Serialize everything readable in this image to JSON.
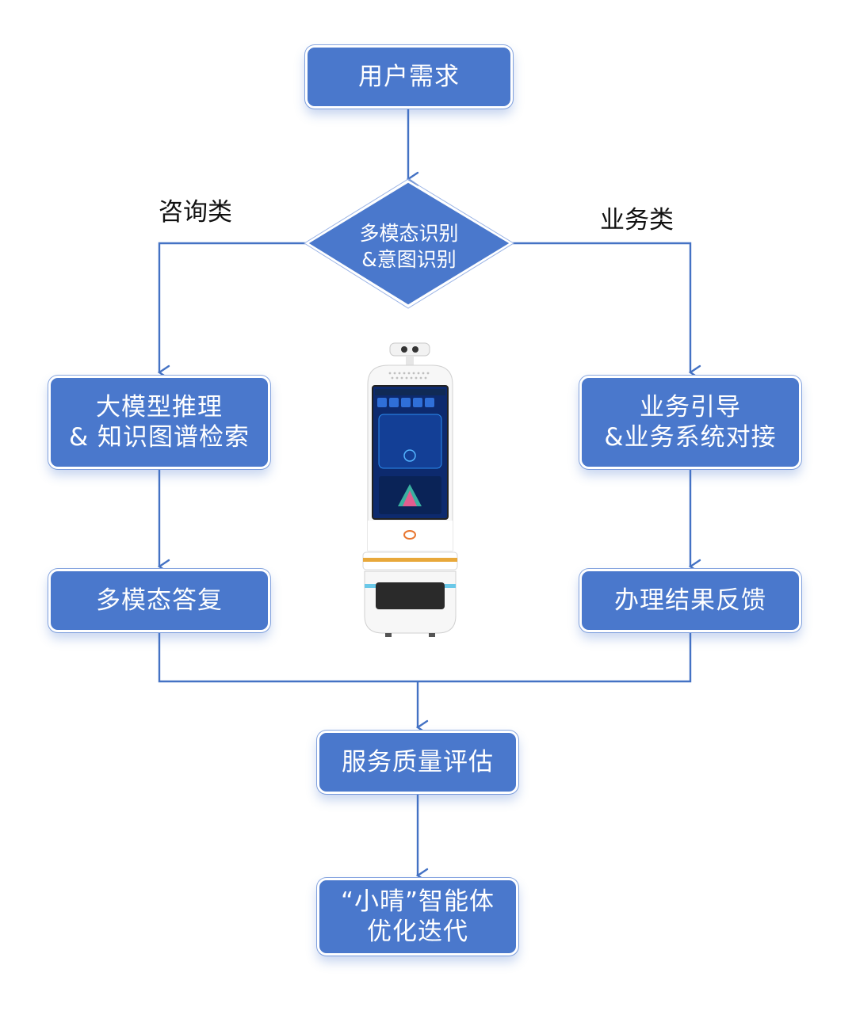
{
  "nodes": {
    "user_demand": "用户需求",
    "recognition": {
      "line1": "多模态识别",
      "line2": "&意图识别"
    },
    "llm_reasoning": {
      "line1": "大模型推理",
      "line2": "& 知识图谱检索"
    },
    "business_guide": {
      "line1": "业务引导",
      "line2": "&业务系统对接"
    },
    "multimodal_reply": "多模态答复",
    "handling_result": "办理结果反馈",
    "quality_eval": "服务质量评估",
    "agent_iteration": {
      "line1": "“小晴”智能体",
      "line2": "优化迭代"
    }
  },
  "branches": {
    "consult": "咨询类",
    "business": "业务类"
  },
  "colors": {
    "box": "#4a78cc",
    "connector": "#4472c4",
    "screen": "#0d2a6e",
    "accent_gold": "#e8a83a"
  },
  "illustration": {
    "subject": "service-robot",
    "icon": "robot-icon"
  }
}
